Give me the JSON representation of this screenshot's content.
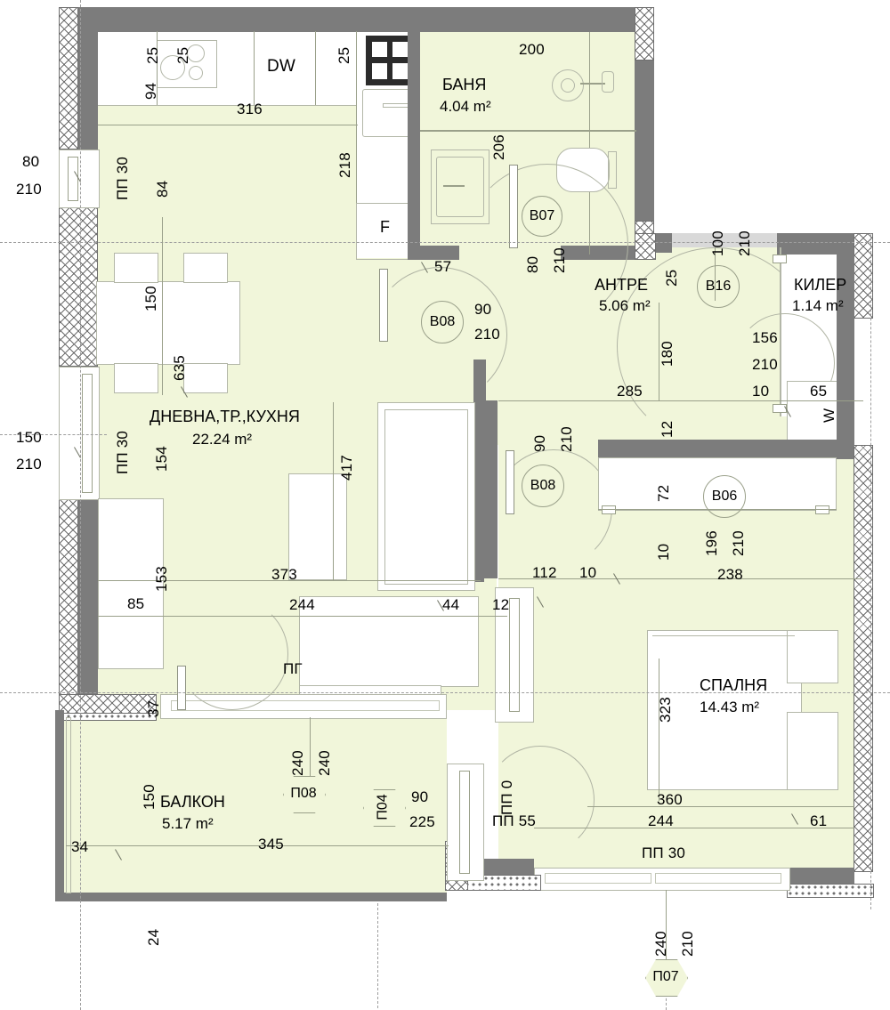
{
  "plan": {
    "type": "architectural-floor-plan",
    "units": "cm (dimensions), m² (areas)",
    "language": "bg"
  },
  "rooms": [
    {
      "id": "living",
      "name": "ДНЕВНА,ТР.,КУХНЯ",
      "area": "22.24 m²"
    },
    {
      "id": "bath",
      "name": "БАНЯ",
      "area": "4.04 m²"
    },
    {
      "id": "hall",
      "name": "АНТРЕ",
      "area": "5.06 m²"
    },
    {
      "id": "pantry",
      "name": "КИЛЕР",
      "area": "1.14 m²"
    },
    {
      "id": "bedroom",
      "name": "СПАЛНЯ",
      "area": "14.43 m²"
    },
    {
      "id": "balcony",
      "name": "БАЛКОН",
      "area": "5.17 m²"
    }
  ],
  "appliances": {
    "dishwasher": "DW",
    "fridge": "F",
    "washer": "W",
    "hood": "ПГ"
  },
  "door_tags": [
    {
      "id": "B07",
      "label": "B07"
    },
    {
      "id": "B08a",
      "label": "B08"
    },
    {
      "id": "B08b",
      "label": "B08"
    },
    {
      "id": "B16",
      "label": "B16"
    },
    {
      "id": "B06",
      "label": "B06"
    }
  ],
  "window_tags": [
    {
      "id": "P08",
      "label": "П08"
    },
    {
      "id": "P04",
      "label": "П04"
    },
    {
      "id": "P07",
      "label": "П07"
    }
  ],
  "parapet_labels": [
    {
      "id": "pp30-tl",
      "label": "ПП 30"
    },
    {
      "id": "pp30-ml",
      "label": "ПП 30"
    },
    {
      "id": "pp0-55",
      "label": "ПП 0"
    },
    {
      "id": "pp55",
      "label": "ПП 55"
    },
    {
      "id": "pp30-b",
      "label": "ПП 30"
    }
  ],
  "dimensions": {
    "kitchen": {
      "d94": "94",
      "d25a": "25",
      "d25b": "25",
      "d25c": "25",
      "d316": "316",
      "d218": "218",
      "d84": "84",
      "d57": "57"
    },
    "bath": {
      "d200": "200",
      "d206": "206"
    },
    "left_openings": {
      "w80": "80",
      "h210a": "210",
      "w150": "150",
      "h210b": "210"
    },
    "living": {
      "d150": "150",
      "d635": "635",
      "d154": "154",
      "d153": "153",
      "d85": "85",
      "d373": "373",
      "d417": "417",
      "d244": "244",
      "d44": "44",
      "d12": "12"
    },
    "doors": {
      "b08a_w": "90",
      "b08a_h": "210",
      "b07_w": "80",
      "b07_h": "210",
      "b08b_w": "90",
      "b08b_h": "210",
      "b16_w": "100",
      "b16_h": "210",
      "b16_156": "156",
      "b16_210": "210",
      "b06_196": "196",
      "b06_210": "210"
    },
    "hall": {
      "d25": "25",
      "d180": "180",
      "d285": "285",
      "d10a": "10",
      "d12": "12",
      "d112": "112",
      "d10b": "10"
    },
    "pantry": {
      "d65": "65",
      "d10": "10"
    },
    "bedroom": {
      "d72": "72",
      "d238": "238",
      "d10": "10",
      "d323": "323",
      "d360": "360",
      "d244": "244",
      "d61": "61"
    },
    "balcony": {
      "d37": "37",
      "d150": "150",
      "d345": "345",
      "d34": "34",
      "d24": "24",
      "d240a": "240",
      "d240b": "240"
    },
    "window_p04": {
      "w90": "90",
      "h225": "225"
    },
    "window_p07": {
      "w240": "240",
      "h210": "210"
    }
  },
  "colors": {
    "room_fill": "#f1f6da",
    "wall": "#7c7c7c",
    "wall_light": "#d9d9d9",
    "wall_dark": "#2b2b2b",
    "line": "#9aa08a",
    "text": "#000000"
  }
}
